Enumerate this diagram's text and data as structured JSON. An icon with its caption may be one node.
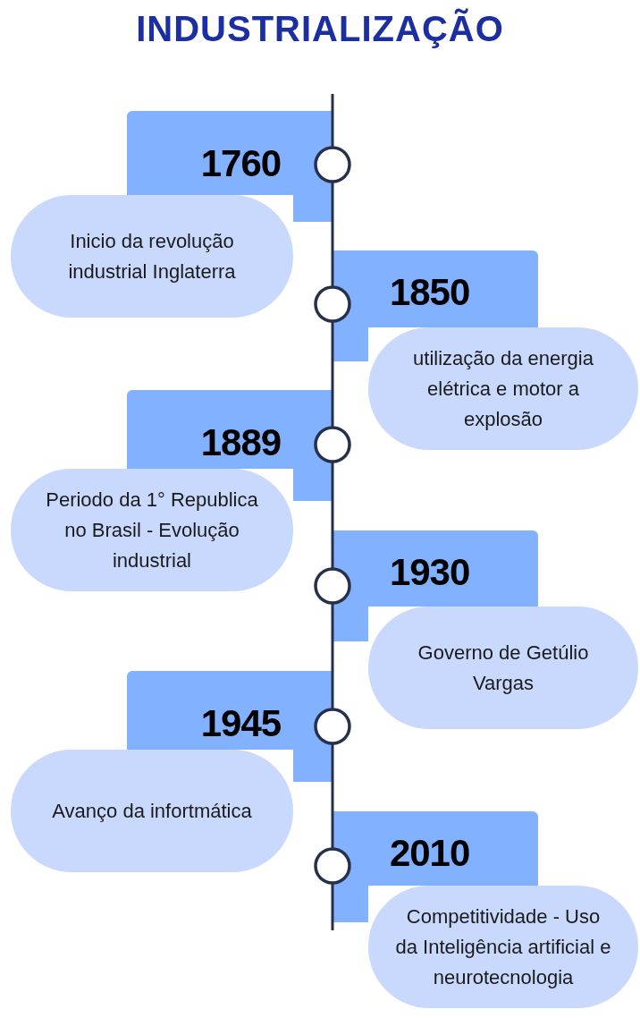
{
  "diagram": {
    "title": "INDUSTRIALIZAÇÃO",
    "nodes": [
      {
        "text": [
          "1760"
        ]
      },
      {
        "text": [
          "Inicio da revolução industrial Inglaterra"
        ]
      },
      {
        "text": [
          "1850"
        ]
      },
      {
        "text": [
          "utilização da energia elétrica e motor a explosão"
        ]
      },
      {
        "text": [
          "1889"
        ]
      },
      {
        "text": [
          "Periodo da 1° Republica no Brasil - Evolução industrial"
        ]
      },
      {
        "text": [
          "1930"
        ]
      },
      {
        "text": [
          "Governo de Getúlio Vargas"
        ]
      },
      {
        "text": [
          "1945"
        ]
      },
      {
        "text": [
          "Avanço da infortmática"
        ]
      },
      {
        "text": [
          "2010"
        ]
      },
      {
        "text": [
          "Competitividade - Uso da Inteligência artificial e neurotecnologia"
        ]
      }
    ]
  }
}
